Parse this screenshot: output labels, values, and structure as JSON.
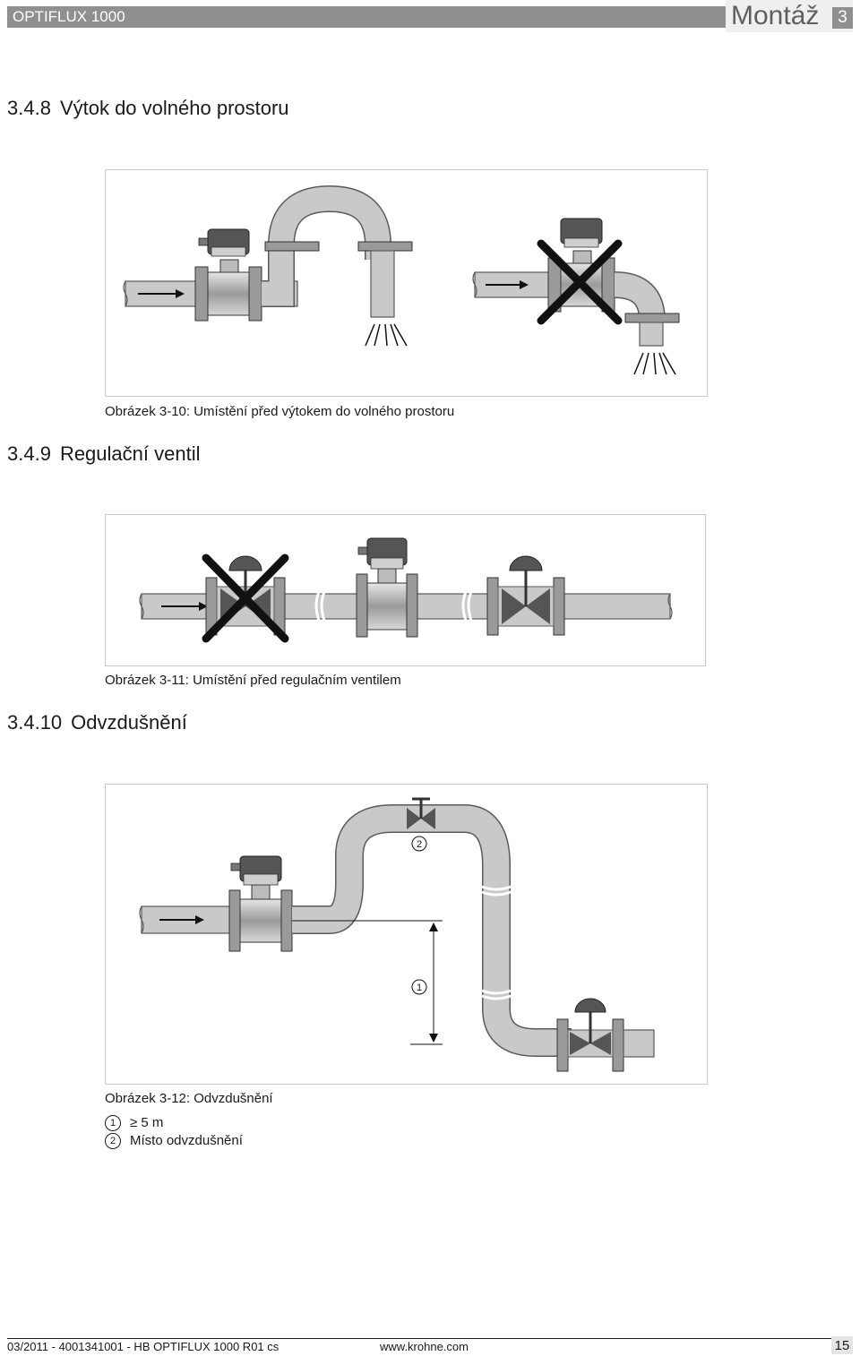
{
  "header": {
    "product": "OPTIFLUX 1000",
    "section": "Montáž",
    "chapter": "3"
  },
  "sections": [
    {
      "number": "3.4.8",
      "title": "Výtok do volného prostoru",
      "caption": "Obrázek 3-10: Umístění před výtokem do volného prostoru"
    },
    {
      "number": "3.4.9",
      "title": "Regulační ventil",
      "caption": "Obrázek 3-11: Umístění před regulačním ventilem"
    },
    {
      "number": "3.4.10",
      "title": "Odvzdušnění",
      "caption": "Obrázek 3-12: Odvzdušnění",
      "callouts": [
        "1",
        "2"
      ],
      "legend": [
        {
          "marker": "1",
          "symbol": "≥",
          "text": "5 m"
        },
        {
          "marker": "2",
          "symbol": "",
          "text": "Místo odvzdušnění"
        }
      ]
    }
  ],
  "footer": {
    "doc": "03/2011 - 4001341001 - HB OPTIFLUX 1000 R01 cs",
    "url": "www.krohne.com",
    "page": "15"
  },
  "colors": {
    "pipe_fill": "#c9c9c9",
    "pipe_stroke": "#5a5a5a",
    "header_bar": "#8f8f8f",
    "cross": "#111111"
  }
}
